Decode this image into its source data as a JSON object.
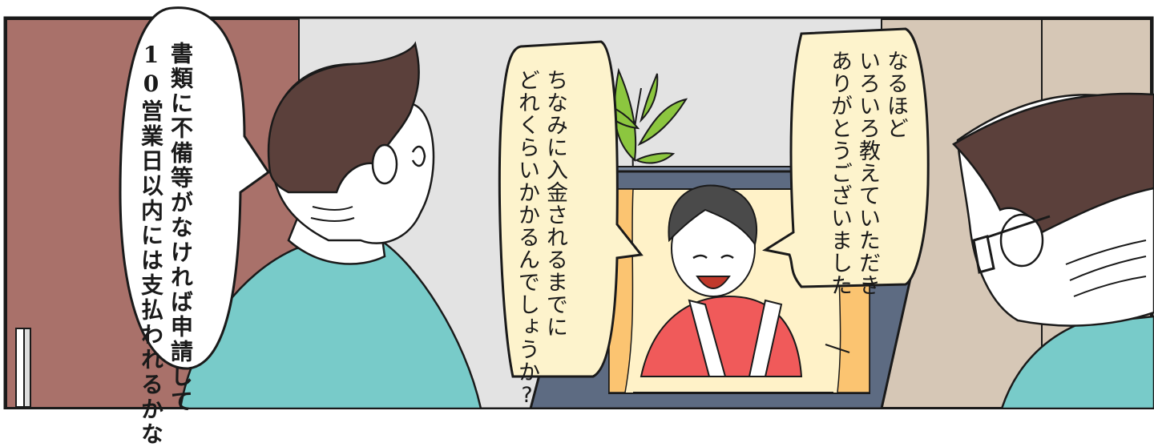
{
  "scene": {
    "colors": {
      "door": "#a9716a",
      "wall": "#e3e3e3",
      "closet": "#d6c7b6",
      "hair": "#5b403b",
      "shirt": "#78cbc9",
      "skin": "#ffffff",
      "bubble_cream": "#fdf3cc",
      "monitor_frame": "#5d6b82",
      "screen_bg": "#fff2c8",
      "curtain": "#fbc471",
      "host_jacket": "#f05a5a",
      "plant": "#8cc63f",
      "outline": "#1a1a1a"
    },
    "icons": [
      "door-icon",
      "plant-icon",
      "monitor-icon",
      "glasses-icon"
    ]
  },
  "bubbles": {
    "left": {
      "lines": [
        "書類に不備等がなければ申請して",
        "10営業日以内には支払われるかな"
      ]
    },
    "middle": {
      "lines": [
        "ちなみに入金されるまでに",
        "どれくらいかかるんでしょうか?"
      ]
    },
    "right": {
      "lines": [
        "なるほど",
        "いろいろ教えていただき",
        "ありがとうございました"
      ]
    }
  }
}
